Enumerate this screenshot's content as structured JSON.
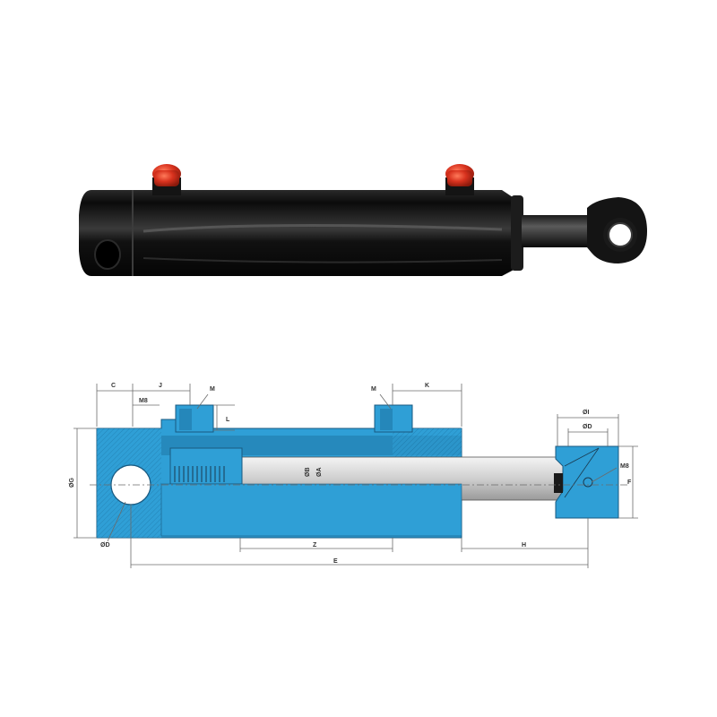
{
  "photo": {
    "caption": ""
  },
  "colors": {
    "cylinder_body": "#0a0a0a",
    "port_cap": "#d8321e",
    "section_blue": "#2f9fd6",
    "section_dark_blue": "#1c6f9e",
    "rod_grey": "#c9c9c9",
    "dim_line": "#6b6b6b"
  },
  "drawing": {
    "labels": {
      "C": "C",
      "J": "J",
      "M_left": "M",
      "M8_left": "M8",
      "L": "L",
      "M_right": "M",
      "K": "K",
      "OI": "ØI",
      "OD_top": "ØD",
      "M8_right": "M8",
      "F": "F",
      "OG": "ØG",
      "OB": "ØB",
      "OA": "ØA",
      "OD_bottom": "ØD",
      "Z": "Z",
      "H": "H",
      "E": "E"
    }
  }
}
